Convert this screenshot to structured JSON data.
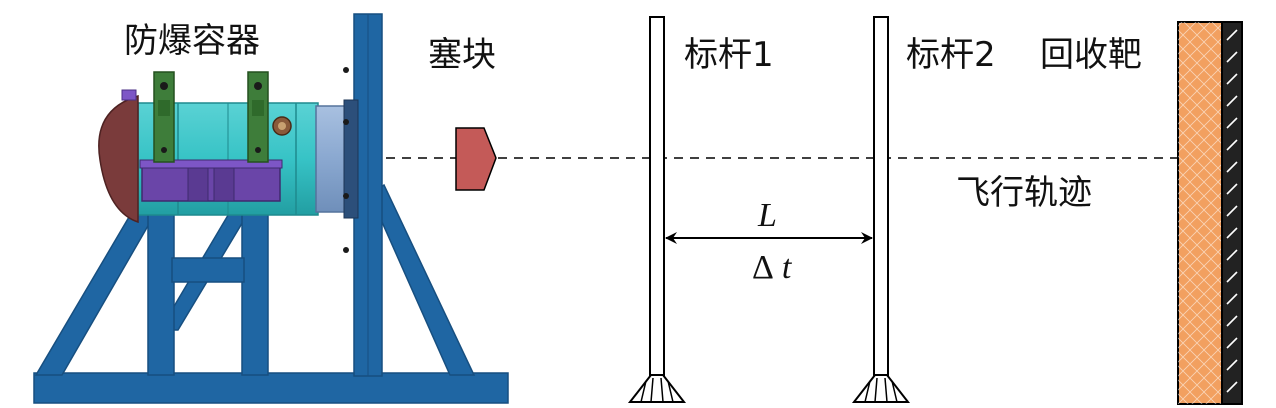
{
  "labels": {
    "container": "防爆容器",
    "plug": "塞块",
    "pole1": "标杆1",
    "pole2": "标杆2",
    "target": "回收靶",
    "trajectory": "飞行轨迹",
    "distance": "L",
    "delta": "Δ",
    "time": "t"
  },
  "colors": {
    "frame": "#1f66a3",
    "frame_dark": "#174f80",
    "vessel": "#37c3c6",
    "vessel_shade": "#2aa4a8",
    "vessel_end": "#8aa8d0",
    "dome": "#7a3b3b",
    "saddle": "#6a45a8",
    "lug": "#3e7d3a",
    "plug": "#c45a58",
    "target": "#f2a060",
    "target_edge": "#222222",
    "line": "#000000"
  },
  "icons": {
    "vessel": "explosion-proof-vessel-icon",
    "plug": "plug-projectile-icon",
    "target": "recovery-target-icon"
  }
}
